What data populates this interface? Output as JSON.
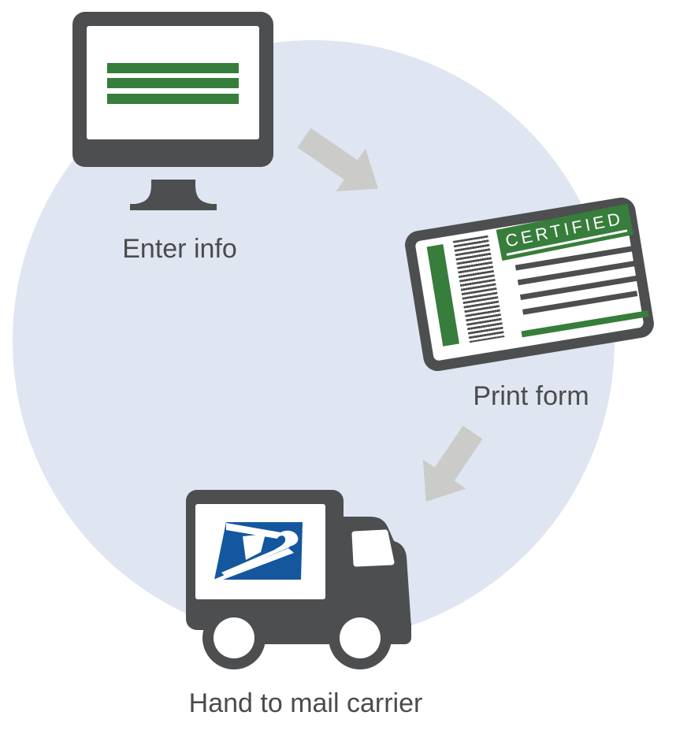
{
  "diagram": {
    "description_visible_text_only": "",
    "steps": [
      {
        "id": "enter-info",
        "label": "Enter info",
        "icon": "computer-monitor-icon"
      },
      {
        "id": "print-form",
        "label": "Print form",
        "icon": "certified-form-icon"
      },
      {
        "id": "hand-to-mail-carrier",
        "label": "Hand to mail carrier",
        "icon": "usps-truck-icon"
      }
    ],
    "form": {
      "stamp_text": "CERTIFIED"
    },
    "icons": [
      "computer-monitor-icon",
      "arrow-down-right-icon",
      "certified-form-icon",
      "barcode-icon",
      "arrow-down-left-icon",
      "usps-truck-icon",
      "usps-eagle-logo-icon"
    ],
    "colors": {
      "accent_green": "#377d3b",
      "icon_dark_gray": "#4d4e50",
      "background_circle_blue": "#dfe5f1",
      "arrow_gray": "#cbcbc9",
      "usps_logo_blue": "#14579e",
      "label_text_gray": "#4b4b4d"
    }
  }
}
